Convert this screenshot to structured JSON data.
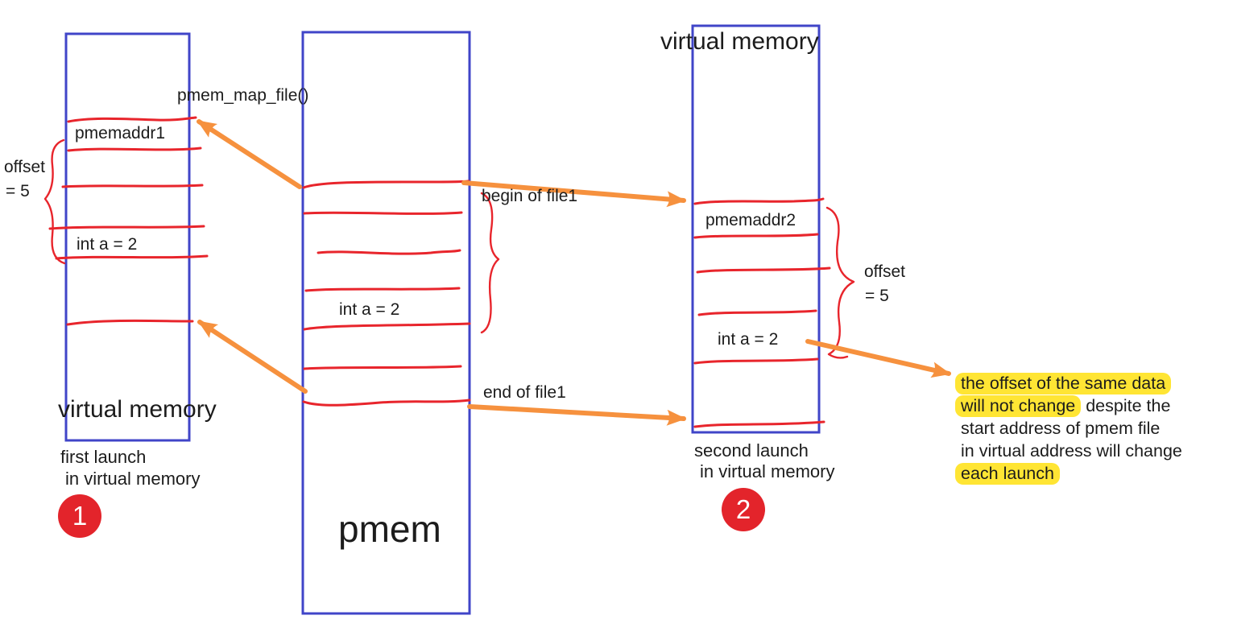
{
  "diagram": {
    "colors": {
      "box_border": "#4045C8",
      "ink_red": "#E8252C",
      "arrow_orange": "#F6913E",
      "highlight_yellow": "#FFE534",
      "badge_red": "#E3242B",
      "text_ink": "#1c1c1c"
    },
    "left_box": {
      "title": "virtual memory",
      "pmemaddr_label": "pmemaddr1",
      "int_label": "int a = 2",
      "offset_label": "offset",
      "offset_value": "= 5",
      "caption_line1": "first launch",
      "caption_line2": "in virtual memory",
      "badge": "1"
    },
    "middle_box": {
      "title": "pmem",
      "int_label": "int a = 2",
      "map_call_label": "pmem_map_file()",
      "begin_label": "begin of file1",
      "end_label": "end of file1"
    },
    "right_box": {
      "title": "virtual memory",
      "pmemaddr_label": "pmemaddr2",
      "int_label": "int a = 2",
      "offset_label": "offset",
      "offset_value": "= 5",
      "caption_line1": "second launch",
      "caption_line2": "in virtual memory",
      "badge": "2"
    },
    "note": {
      "line1": "the offset of the same data",
      "line2_highlight": "will not change",
      "line2_rest": " despite the",
      "line3": "start address of pmem file",
      "line4": "in virtual address will change",
      "line5": "each launch"
    }
  }
}
